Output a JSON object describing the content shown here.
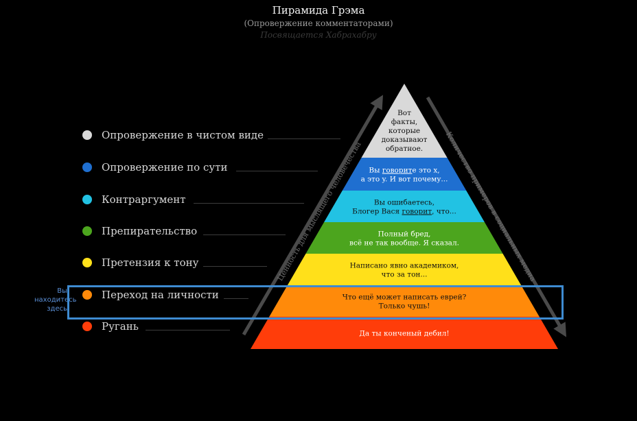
{
  "header": {
    "title": "Пирамида Грэма",
    "subtitle": "(Опровержение комментаторами)",
    "dedication": "Посвящается Хабрахабру"
  },
  "levels": [
    {
      "label": "Опровержение в чистом виде",
      "color": "#d9d9d9",
      "text_color": "#111111",
      "pyramid_lines": [
        "Вот",
        "факты,",
        "которые",
        "доказывают",
        "обратное."
      ]
    },
    {
      "label": "Опровержение по сути",
      "color": "#1f6fd0",
      "text_color": "#ffffff",
      "pyramid_lines": [
        "Вы говорите это x,",
        "а это y. И вот почему..."
      ]
    },
    {
      "label": "Контраргумент",
      "color": "#22c2e3",
      "text_color": "#111111",
      "pyramid_lines": [
        "Вы ошибаетесь,",
        "Блогер Вася говорит, что..."
      ]
    },
    {
      "label": "Препирательство",
      "color": "#4ca51e",
      "text_color": "#ffffff",
      "pyramid_lines": [
        "Полный бред,",
        "всё не так вообще. Я сказал."
      ]
    },
    {
      "label": "Претензия к тону",
      "color": "#ffe01a",
      "text_color": "#111111",
      "pyramid_lines": [
        "Написано явно академиком,",
        "что за тон..."
      ]
    },
    {
      "label": "Переход на личности",
      "color": "#ff8a0a",
      "text_color": "#111111",
      "pyramid_lines": [
        "Что ещё может написать еврей?",
        "Только чушь!"
      ]
    },
    {
      "label": "Ругань",
      "color": "#ff3d0a",
      "text_color": "#ffffff",
      "pyramid_lines": [
        "Да ты конченый дебил!"
      ]
    }
  ],
  "underlined_word": "говорит",
  "left_arrow_label": "Ценность для мыслящего человечества",
  "right_arrow_label": "Количество примеров в социальных медиа",
  "you_are_here": "Вы находитесь здесь",
  "highlight_level": "Переход на личности",
  "colors": {
    "background": "#000000",
    "highlight": "#3e8bd1",
    "arrow": "#4a4a4a"
  }
}
